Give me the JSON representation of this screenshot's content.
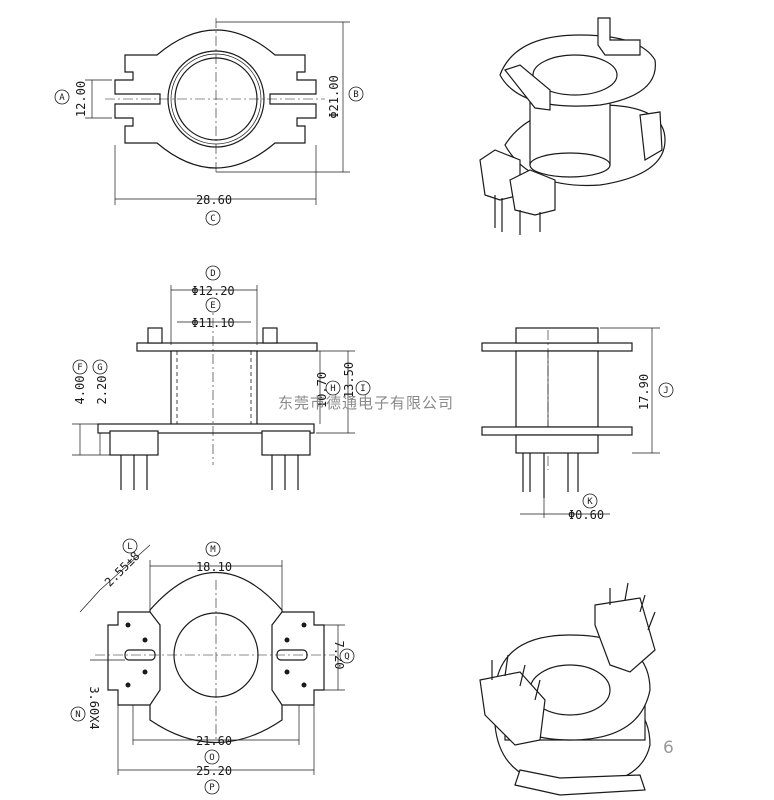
{
  "labels": {
    "A": "A",
    "B": "B",
    "C": "C",
    "D": "D",
    "E": "E",
    "F": "F",
    "G": "G",
    "H": "H",
    "I": "I",
    "J": "J",
    "K": "K",
    "L": "L",
    "M": "M",
    "N": "N",
    "O": "O",
    "P": "P",
    "Q": "Q"
  },
  "dims": {
    "height_12": "12.00",
    "dia_21": "Φ21.00",
    "width_28_6": "28.60",
    "dia_12_2": "Φ12.20",
    "dia_11_1": "Φ11.10",
    "h_4": "4.00",
    "h_2_2": "2.20",
    "h_10_7": "10.70",
    "h_13_5": "13.50",
    "h_17_9": "17.90",
    "pin_dia": "Φ0.60",
    "pin_note": "2.55±8",
    "w_18_1": "18.10",
    "w_7_2": "7.20",
    "slot_note": "3.60X4",
    "w_21_6": "21.60",
    "w_25_2": "25.20"
  },
  "watermark": "东莞市德通电子有限公司",
  "page_number": "6"
}
